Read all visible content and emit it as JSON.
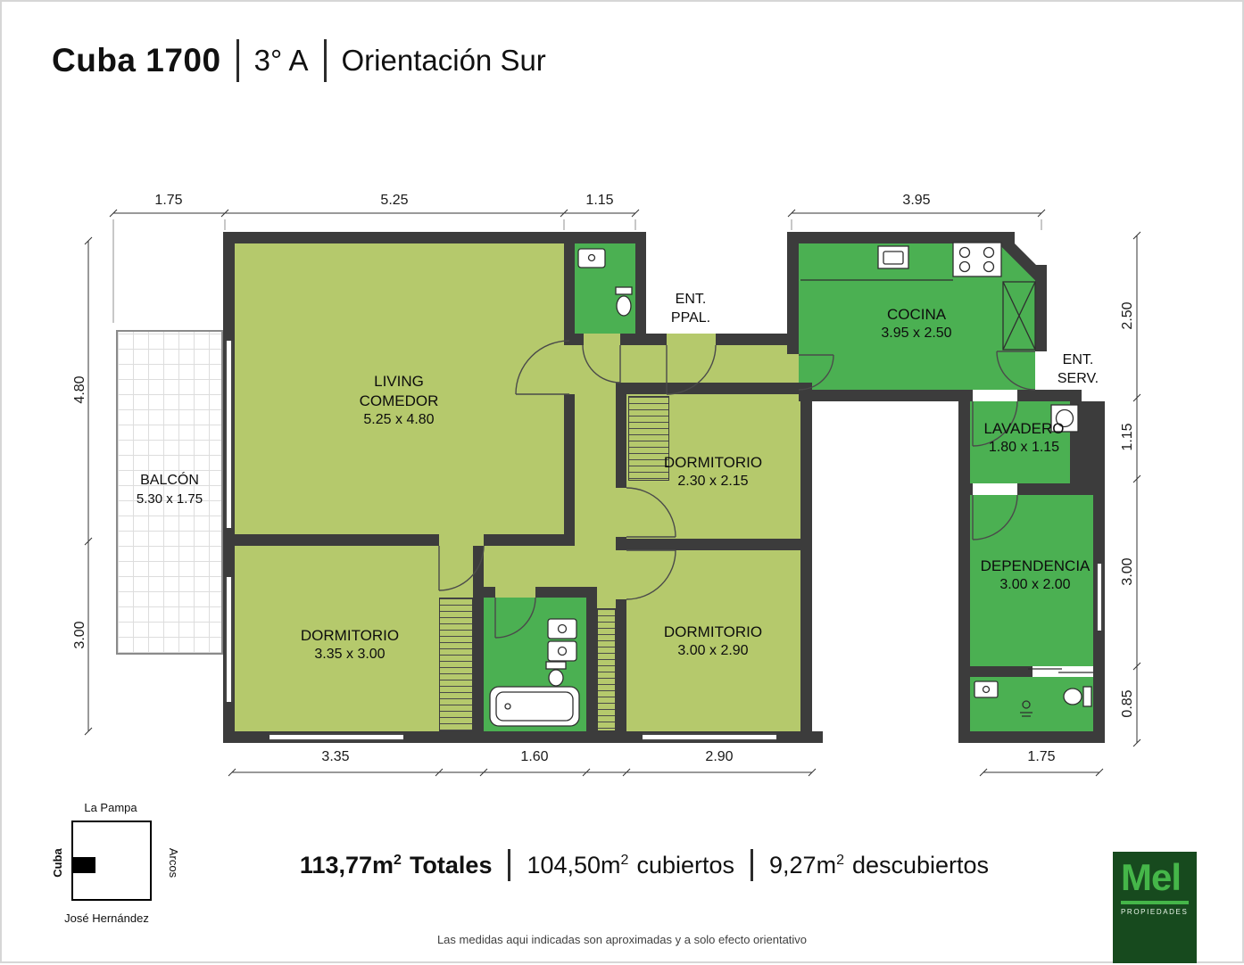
{
  "title": {
    "building": "Cuba 1700",
    "unit": "3° A",
    "orientation": "Orientación Sur"
  },
  "plan": {
    "rooms": [
      {
        "name": "LIVING",
        "name2": "COMEDOR",
        "size": "5.25 x 4.80"
      },
      {
        "name": "BALCÓN",
        "size": "5.30 x 1.75"
      },
      {
        "name": "DORMITORIO",
        "size": "2.30 x 2.15"
      },
      {
        "name": "DORMITORIO",
        "size": "3.35 x 3.00"
      },
      {
        "name": "DORMITORIO",
        "size": "3.00 x 2.90"
      },
      {
        "name": "COCINA",
        "size": "3.95 x 2.50"
      },
      {
        "name": "LAVADERO",
        "size": "1.80 x 1.15"
      },
      {
        "name": "DEPENDENCIA",
        "size": "3.00 x 2.00"
      },
      {
        "name": "ENT.",
        "name2": "PPAL."
      },
      {
        "name": "ENT.",
        "name2": "SERV."
      }
    ],
    "dimensions": {
      "top": [
        "1.75",
        "5.25",
        "1.15",
        "3.95"
      ],
      "left": [
        "4.80",
        "3.00"
      ],
      "right": [
        "2.50",
        "1.15",
        "3.00",
        "0.85"
      ],
      "bottom": [
        "3.35",
        "1.60",
        "2.90",
        "1.75"
      ]
    }
  },
  "summary": {
    "total": {
      "value": "113,77m",
      "sup": "2",
      "label": "Totales"
    },
    "covered": {
      "value": "104,50m",
      "sup": "2",
      "label": "cubiertos"
    },
    "uncovered": {
      "value": "9,27m",
      "sup": "2",
      "label": "descubiertos"
    }
  },
  "location_map": {
    "north": "La Pampa",
    "west": "Cuba",
    "east": "Arcos",
    "south": "José Hernández"
  },
  "disclaimer": "Las medidas aqui indicadas son aproximadas y a solo efecto orientativo",
  "logo": {
    "name": "Mel",
    "subtitle": "PROPIEDADES"
  },
  "colors": {
    "room_light": "#b5c96c",
    "room_dark": "#4bb052",
    "wall": "#3c3c3c",
    "logo_bg": "#174a1e",
    "logo_text": "#45b649"
  }
}
